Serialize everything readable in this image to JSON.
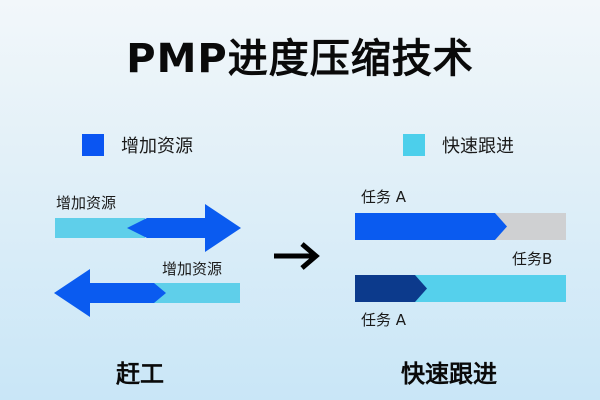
{
  "title": "PMP进度压缩技术",
  "colors": {
    "dark_blue": "#0a5bf0",
    "navy": "#0c3a8c",
    "light_cyan": "#4fcdea",
    "pale_cyan": "#5cd2ec",
    "gray": "#cfd0d2",
    "text": "#111111"
  },
  "legend": [
    {
      "label": "增加资源",
      "color": "#0a55f2"
    },
    {
      "label": "快速跟进",
      "color": "#4ccfeb"
    }
  ],
  "left_panel": {
    "top_label": "增加资源",
    "bottom_label": "增加资源",
    "footer": "赶工"
  },
  "transition_icon": "right-arrow",
  "right_panel": {
    "task_a_top_label": "任务 A",
    "task_b_label": "任务B",
    "task_a_bottom_label": "任务 A",
    "footer": "快速跟进"
  }
}
